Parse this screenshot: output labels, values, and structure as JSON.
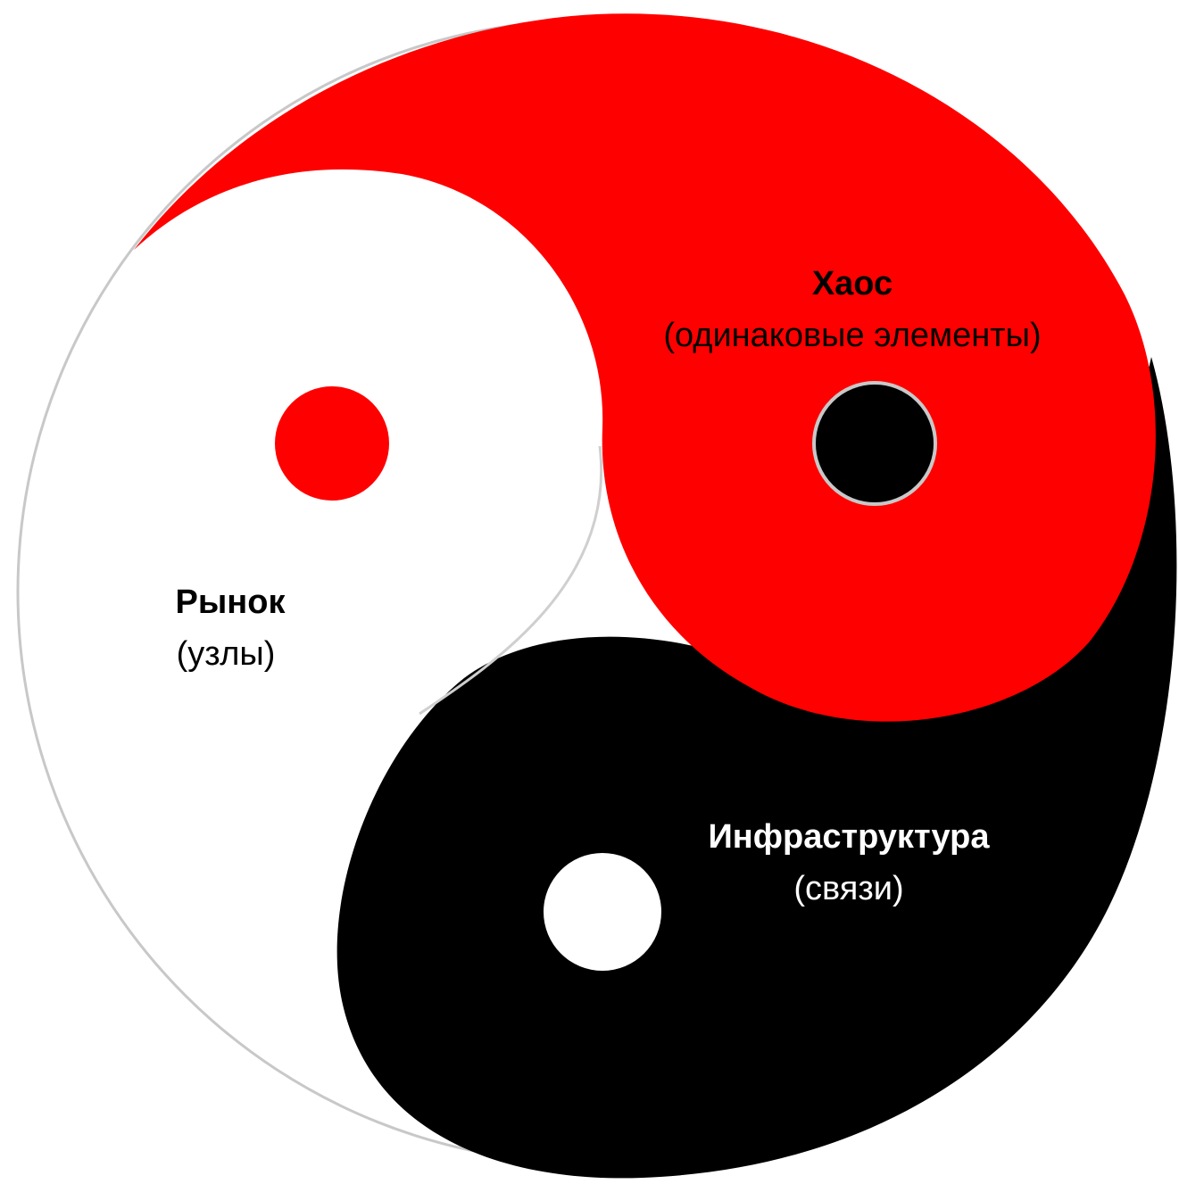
{
  "colors": {
    "red": "#ff0000",
    "black": "#000000",
    "white": "#ffffff",
    "outline": "#c8c8c8"
  },
  "sections": {
    "chaos": {
      "title": "Хаос",
      "subtitle": "(одинаковые элементы)",
      "color": "#ff0000",
      "label_color": "#000000"
    },
    "market": {
      "title": "Рынок",
      "subtitle": "(узлы)",
      "color": "#ffffff",
      "label_color": "#000000"
    },
    "infrastructure": {
      "title": "Инфраструктура",
      "subtitle": "(связи)",
      "color": "#000000",
      "label_color": "#ffffff"
    }
  }
}
